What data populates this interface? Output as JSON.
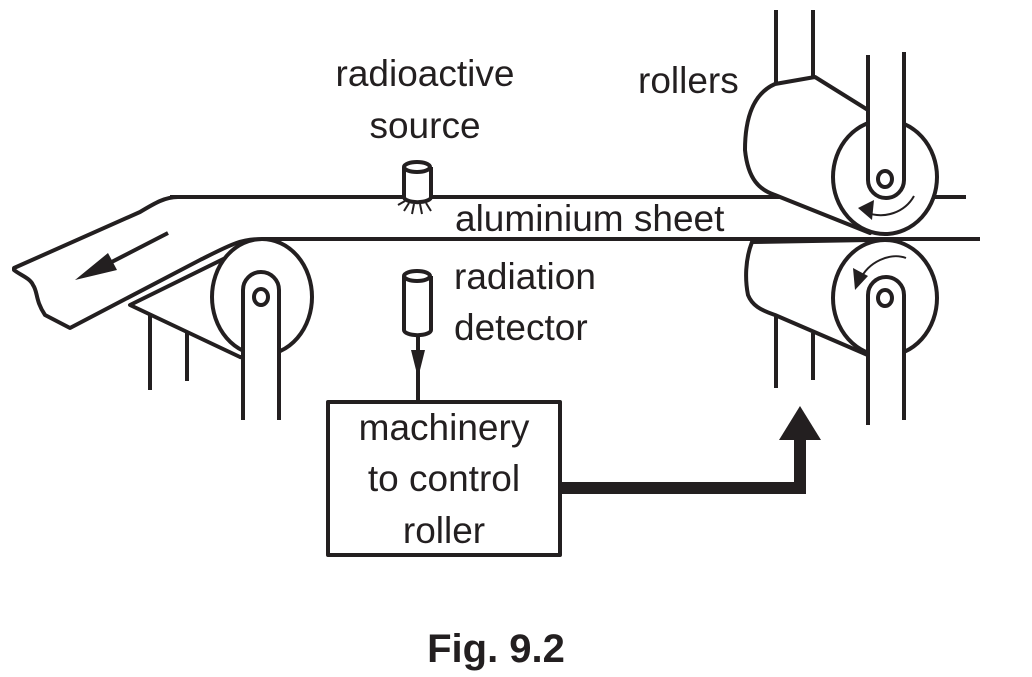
{
  "diagram": {
    "labels": {
      "radioactive_source_line1": "radioactive",
      "radioactive_source_line2": "source",
      "rollers": "rollers",
      "aluminium_sheet": "aluminium sheet",
      "radiation_detector_line1": "radiation",
      "radiation_detector_line2": "detector",
      "machinery_line1": "machinery",
      "machinery_line2": "to control",
      "machinery_line3": "roller"
    },
    "caption": "Fig. 9.2",
    "colors": {
      "ink": "#231f20",
      "background": "#ffffff"
    }
  }
}
